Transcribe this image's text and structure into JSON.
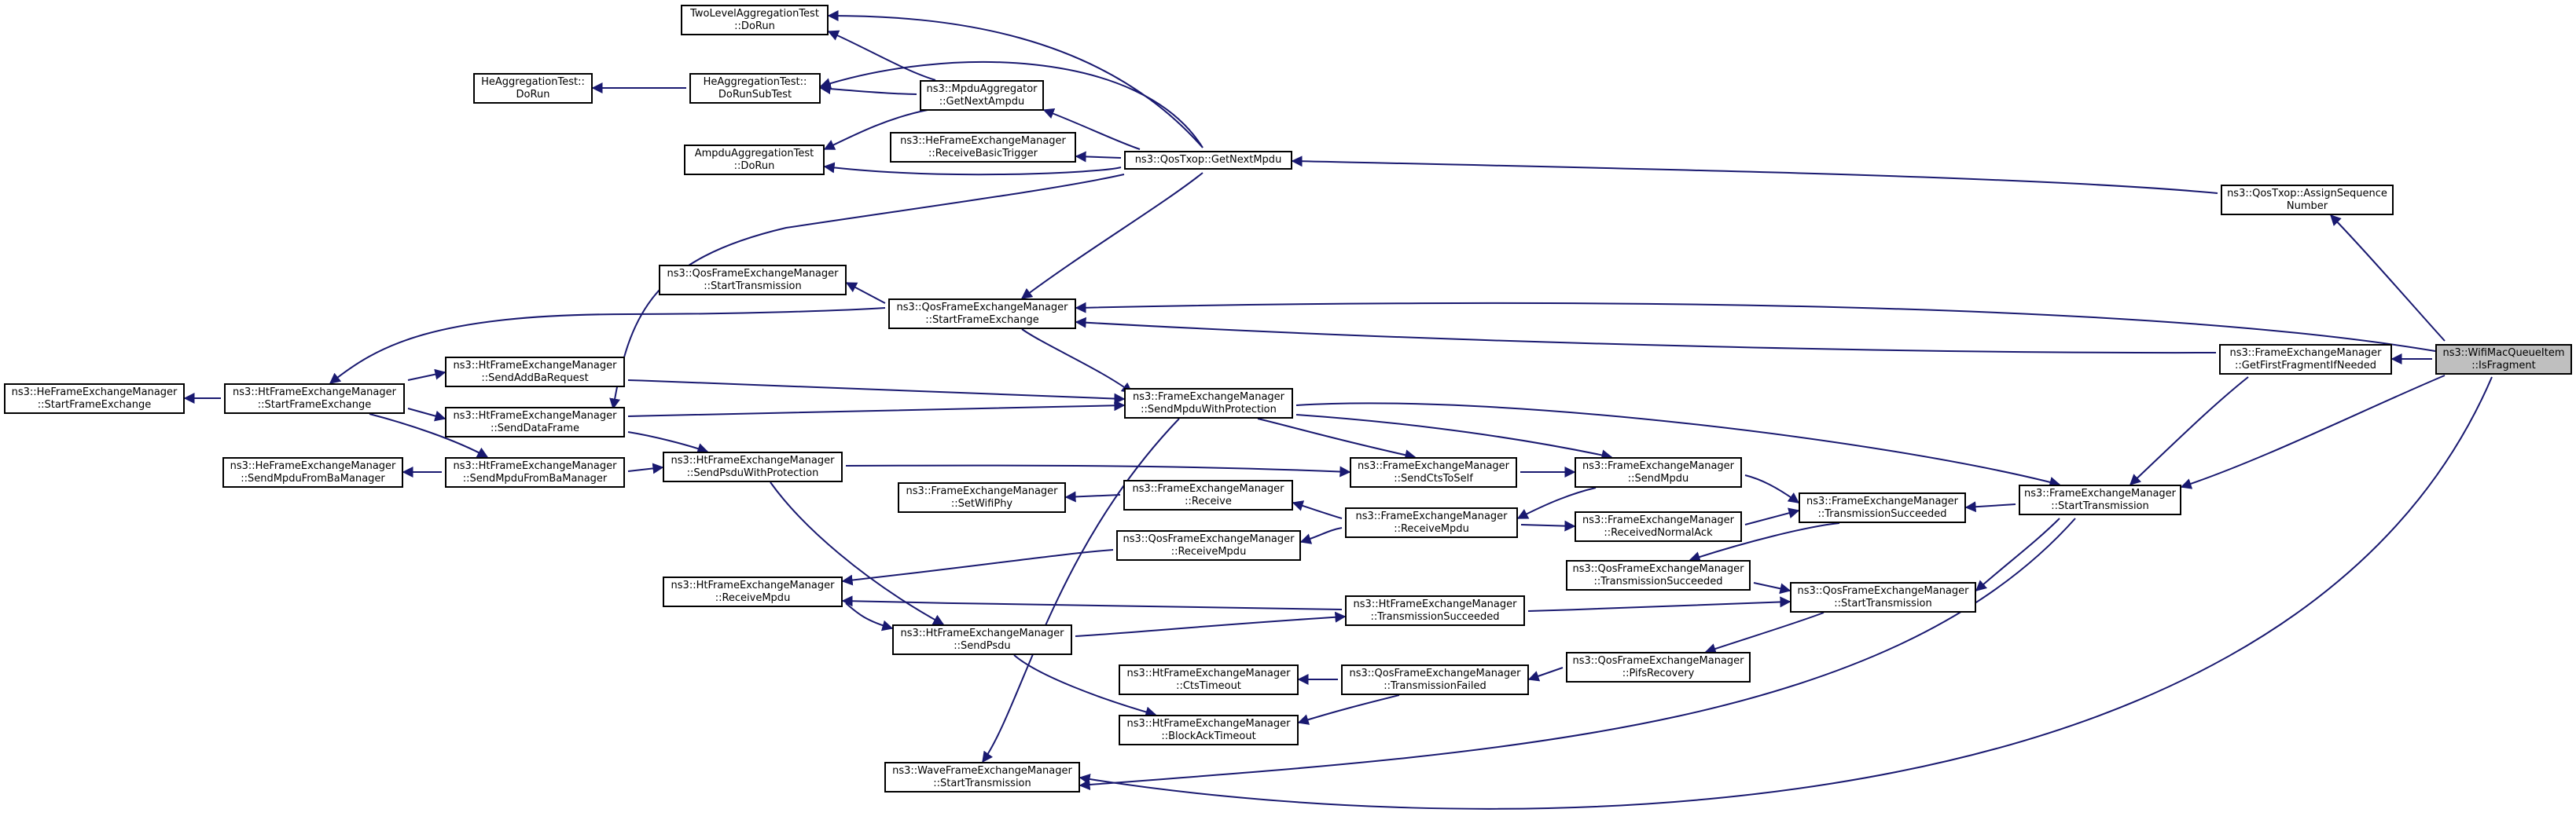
{
  "colors": {
    "edge": "#191970",
    "border": "#000000",
    "background": "#ffffff",
    "target_fill": "#bfbfbf"
  },
  "nodes": {
    "wifiMacQueueItemIsFragment": {
      "line1": "ns3::WifiMacQueueItem",
      "line2": "::IsFragment"
    },
    "qosTxopAssignSequenceNumber": {
      "line1": "ns3::QosTxop::AssignSequence",
      "line2": "Number"
    },
    "frameExchangeManagerGetFirstFragmentIfNeeded": {
      "line1": "ns3::FrameExchangeManager",
      "line2": "::GetFirstFragmentIfNeeded"
    },
    "frameExchangeManagerStartTransmission": {
      "line1": "ns3::FrameExchangeManager",
      "line2": "::StartTransmission"
    },
    "qosTxopGetNextMpdu": {
      "line1": "ns3::QosTxop::GetNextMpdu",
      "line2": ""
    },
    "qosFrameExchangeManagerStartFrameExchange": {
      "line1": "ns3::QosFrameExchangeManager",
      "line2": "::StartFrameExchange"
    },
    "frameExchangeManagerSendMpduWithProtection": {
      "line1": "ns3::FrameExchangeManager",
      "line2": "::SendMpduWithProtection"
    },
    "frameExchangeManagerTransmissionSucceeded": {
      "line1": "ns3::FrameExchangeManager",
      "line2": "::TransmissionSucceeded"
    },
    "qosFrameExchangeManagerStartTransmission": {
      "line1": "ns3::QosFrameExchangeManager",
      "line2": "::StartTransmission"
    },
    "waveFrameExchangeManagerStartTransmission": {
      "line1": "ns3::WaveFrameExchangeManager",
      "line2": "::StartTransmission"
    },
    "twoLevelAggregationTestDoRun": {
      "line1": "TwoLevelAggregationTest",
      "line2": "::DoRun"
    },
    "mpduAggregatorGetNextAmpdu": {
      "line1": "ns3::MpduAggregator",
      "line2": "::GetNextAmpdu"
    },
    "heAggregationTestDoRunSubTest": {
      "line1": "HeAggregationTest::",
      "line2": "DoRunSubTest"
    },
    "heAggregationTestDoRun": {
      "line1": "HeAggregationTest::",
      "line2": "DoRun"
    },
    "ampduAggregationTestDoRun": {
      "line1": "AmpduAggregationTest",
      "line2": "::DoRun"
    },
    "heFrameExchangeManagerReceiveBasicTrigger": {
      "line1": "ns3::HeFrameExchangeManager",
      "line2": "::ReceiveBasicTrigger"
    },
    "qosFrameExchangeManagerStartTransmissionLeft": {
      "line1": "ns3::QosFrameExchangeManager",
      "line2": "::StartTransmission"
    },
    "htFrameExchangeManagerStartFrameExchange": {
      "line1": "ns3::HtFrameExchangeManager",
      "line2": "::StartFrameExchange"
    },
    "heFrameExchangeManagerStartFrameExchange": {
      "line1": "ns3::HeFrameExchangeManager",
      "line2": "::StartFrameExchange"
    },
    "htFrameExchangeManagerSendAddBaRequest": {
      "line1": "ns3::HtFrameExchangeManager",
      "line2": "::SendAddBaRequest"
    },
    "htFrameExchangeManagerSendDataFrame": {
      "line1": "ns3::HtFrameExchangeManager",
      "line2": "::SendDataFrame"
    },
    "htFrameExchangeManagerSendMpduFromBaManager": {
      "line1": "ns3::HtFrameExchangeManager",
      "line2": "::SendMpduFromBaManager"
    },
    "heFrameExchangeManagerSendMpduFromBaManager": {
      "line1": "ns3::HeFrameExchangeManager",
      "line2": "::SendMpduFromBaManager"
    },
    "htFrameExchangeManagerSendPsduWithProtection": {
      "line1": "ns3::HtFrameExchangeManager",
      "line2": "::SendPsduWithProtection"
    },
    "frameExchangeManagerSendCtsToSelf": {
      "line1": "ns3::FrameExchangeManager",
      "line2": "::SendCtsToSelf"
    },
    "frameExchangeManagerSendMpdu": {
      "line1": "ns3::FrameExchangeManager",
      "line2": "::SendMpdu"
    },
    "frameExchangeManagerSetWifiPhy": {
      "line1": "ns3::FrameExchangeManager",
      "line2": "::SetWifiPhy"
    },
    "frameExchangeManagerReceive": {
      "line1": "ns3::FrameExchangeManager",
      "line2": "::Receive"
    },
    "frameExchangeManagerReceiveMpdu": {
      "line1": "ns3::FrameExchangeManager",
      "line2": "::ReceiveMpdu"
    },
    "frameExchangeManagerReceivedNormalAck": {
      "line1": "ns3::FrameExchangeManager",
      "line2": "::ReceivedNormalAck"
    },
    "qosFrameExchangeManagerReceiveMpdu": {
      "line1": "ns3::QosFrameExchangeManager",
      "line2": "::ReceiveMpdu"
    },
    "qosFrameExchangeManagerTransmissionSucceeded": {
      "line1": "ns3::QosFrameExchangeManager",
      "line2": "::TransmissionSucceeded"
    },
    "htFrameExchangeManagerReceiveMpdu": {
      "line1": "ns3::HtFrameExchangeManager",
      "line2": "::ReceiveMpdu"
    },
    "htFrameExchangeManagerTransmissionSucceeded": {
      "line1": "ns3::HtFrameExchangeManager",
      "line2": "::TransmissionSucceeded"
    },
    "htFrameExchangeManagerSendPsdu": {
      "line1": "ns3::HtFrameExchangeManager",
      "line2": "::SendPsdu"
    },
    "qosFrameExchangeManagerPifsRecovery": {
      "line1": "ns3::QosFrameExchangeManager",
      "line2": "::PifsRecovery"
    },
    "htFrameExchangeManagerCtsTimeout": {
      "line1": "ns3::HtFrameExchangeManager",
      "line2": "::CtsTimeout"
    },
    "qosFrameExchangeManagerTransmissionFailed": {
      "line1": "ns3::QosFrameExchangeManager",
      "line2": "::TransmissionFailed"
    },
    "htFrameExchangeManagerBlockAckTimeout": {
      "line1": "ns3::HtFrameExchangeManager",
      "line2": "::BlockAckTimeout"
    }
  }
}
